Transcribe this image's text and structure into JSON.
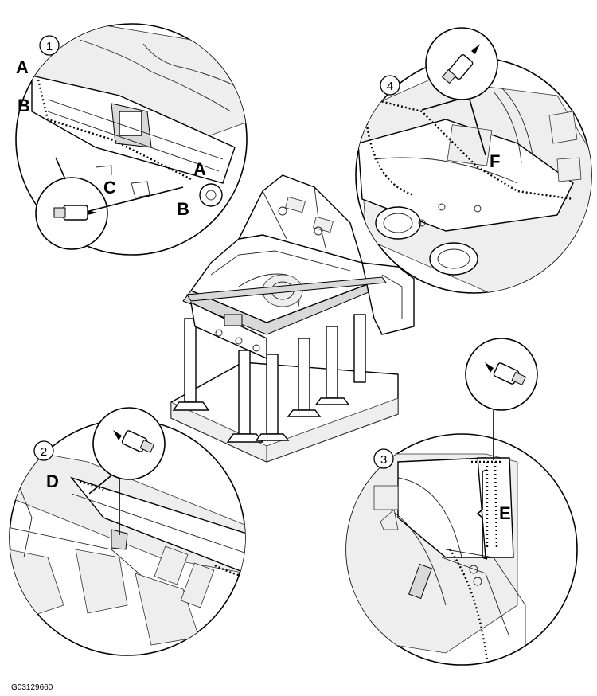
{
  "figure_code": "G03129660",
  "callouts": {
    "c1": "1",
    "c2": "2",
    "c3": "3",
    "c4": "4"
  },
  "labels": {
    "A": "A",
    "B": "B",
    "C": "C",
    "D": "D",
    "E": "E",
    "F": "F"
  }
}
